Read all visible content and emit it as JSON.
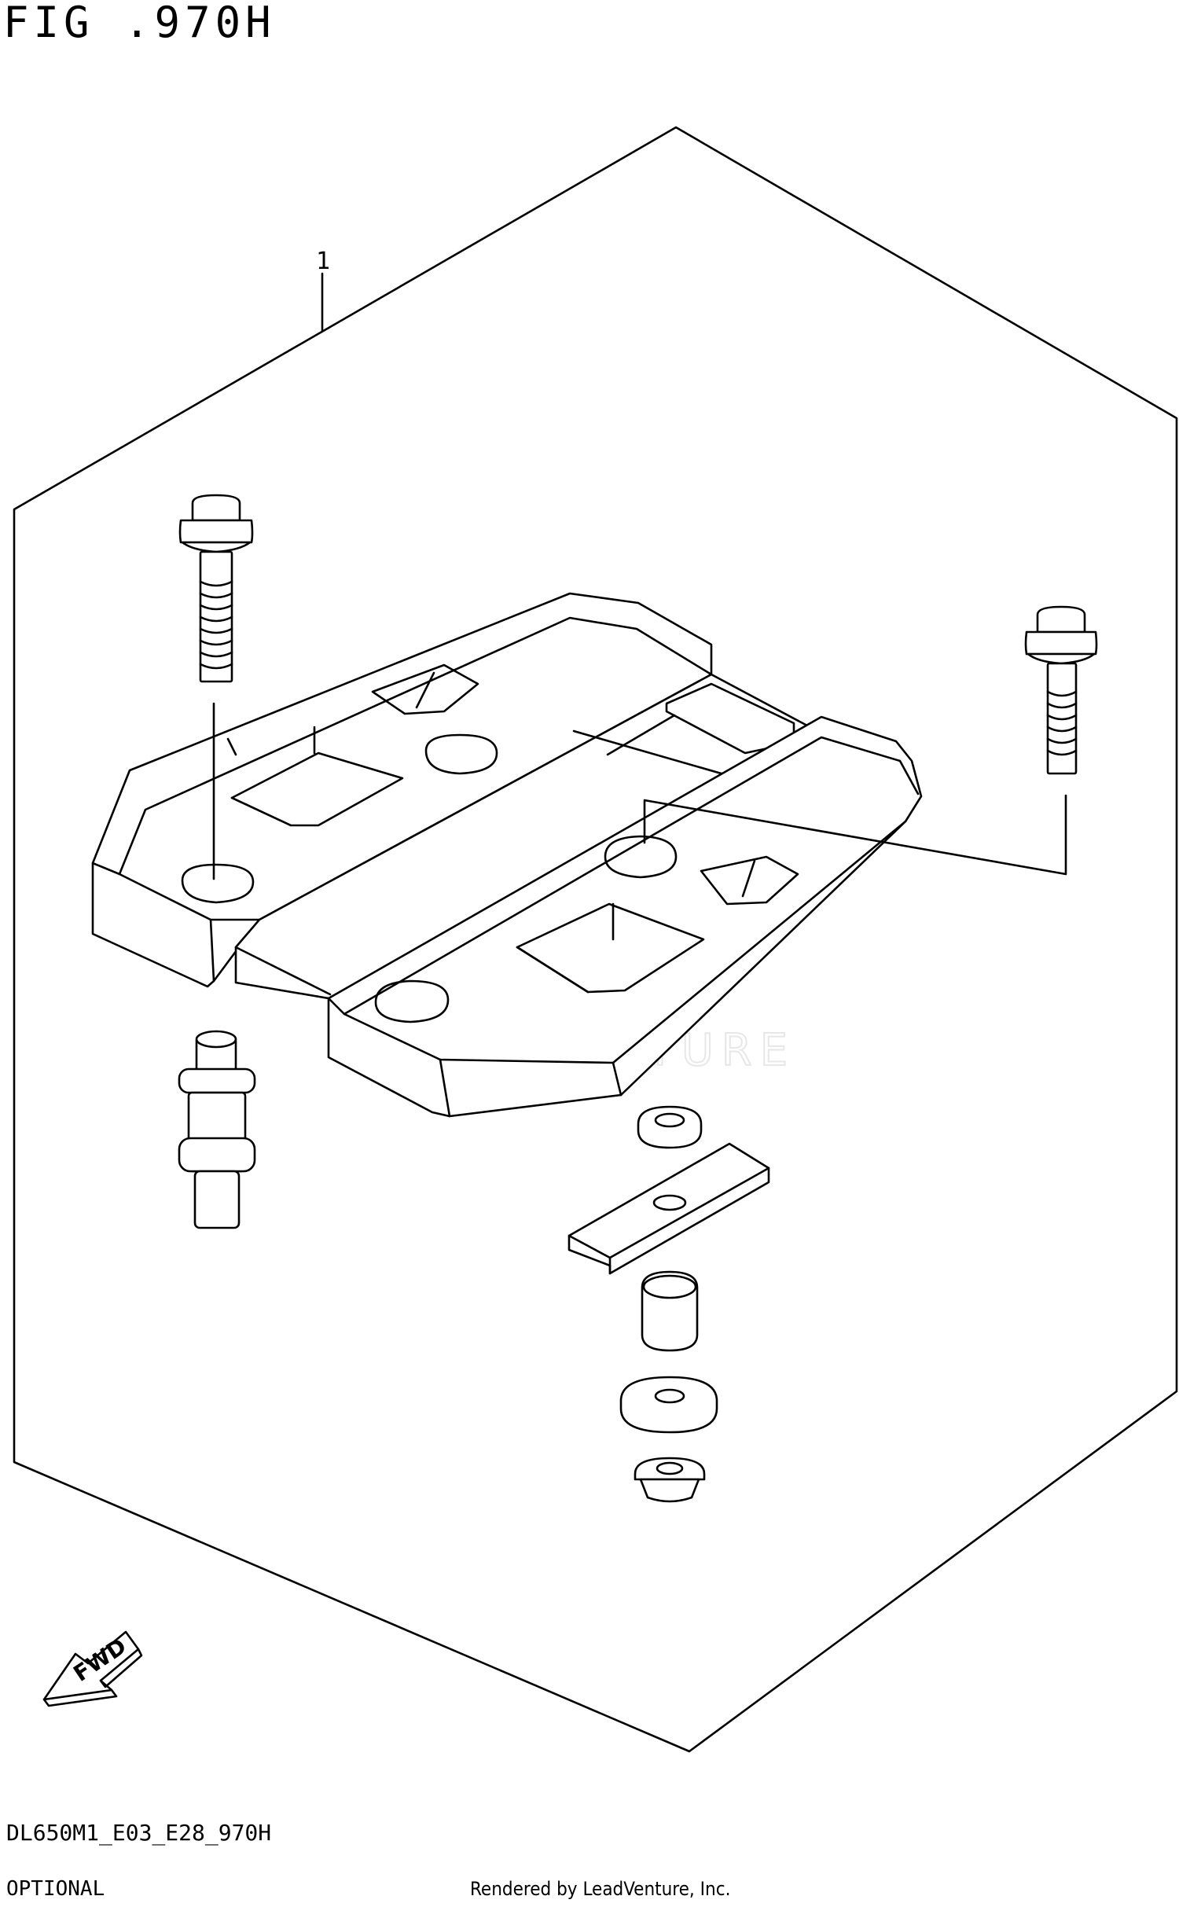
{
  "figure": {
    "title": "FIG .970H",
    "callouts": [
      {
        "number": "1"
      }
    ],
    "watermark": "LEADVENTURE",
    "direction_label": "FWD"
  },
  "footer": {
    "reference": "DL650M1_E03_E28_970H",
    "section": "OPTIONAL",
    "credit": "Rendered by LeadVenture, Inc."
  },
  "icons": [
    "fwd-arrow-icon",
    "leadventure-logo-icon"
  ]
}
